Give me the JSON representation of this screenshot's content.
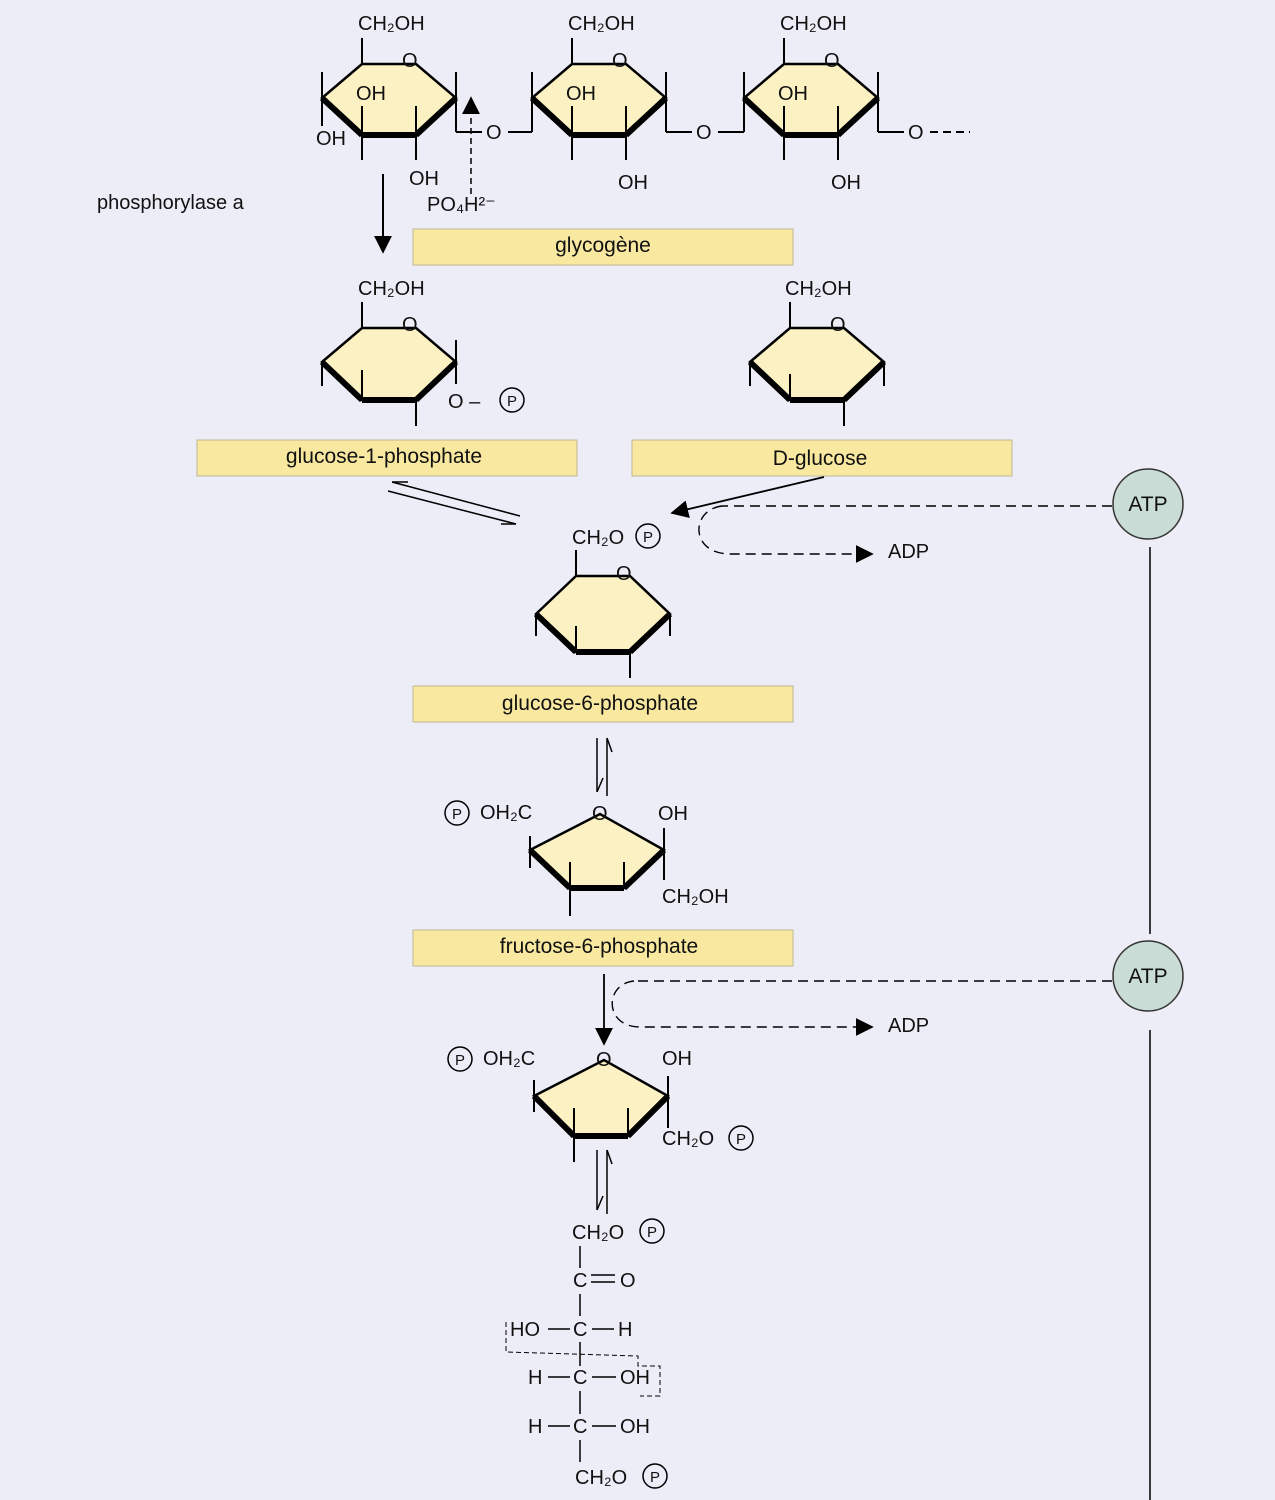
{
  "enzyme_label": "phosphorylase a",
  "boxes": {
    "glycogene": "glycogène",
    "g1p": "glucose-1-phosphate",
    "dglucose": "D-glucose",
    "g6p": "glucose-6-phosphate",
    "f6p": "fructose-6-phosphate"
  },
  "atp_label": "ATP",
  "adp_label": "ADP",
  "phosphate_symbol": "P",
  "chem": {
    "ch2oh": "CH₂OH",
    "ch2o": "CH₂O",
    "oh2c": "OH₂C",
    "oh": "OH",
    "o": "O",
    "o_dash": "O –",
    "po4h": "PO₄H²⁻",
    "c": "C",
    "h": "H",
    "ho": "HO"
  },
  "colors": {
    "background": "#ededf8",
    "box_fill": "#f8e8a0",
    "ring_fill": "#fbf1c2",
    "atp_fill": "#c9dcd6"
  }
}
